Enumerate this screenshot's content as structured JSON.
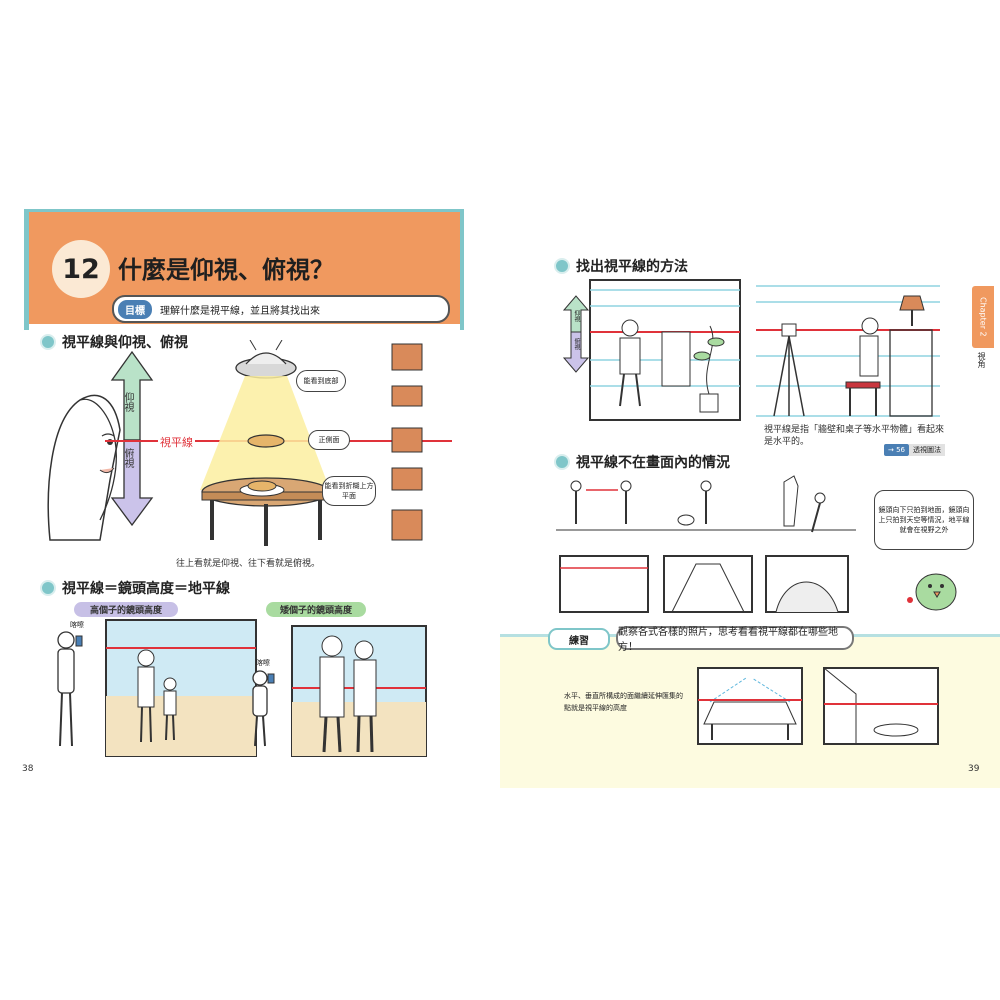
{
  "left_page": {
    "chapter_number": "12",
    "title": "什麼是仰視、俯視？",
    "goal_tag": "目標",
    "goal_text": "理解什麼是視平線，並且將其找出來",
    "section1": {
      "heading": "視平線與仰視、俯視",
      "up_label": "仰視",
      "down_label": "俯視",
      "eye_line_label": "視平線",
      "bubble_bottom_view": "能看到底部",
      "bubble_front_view": "正側面",
      "bubble_top_view": "能看到折糊上方平面",
      "caption": "往上看就是仰視、往下看就是俯視。"
    },
    "section2": {
      "heading": "視平線＝鏡頭高度＝地平線",
      "tall_label": "高個子的鏡頭高度",
      "short_label": "矮個子的鏡頭高度",
      "shutter_sound": "喀嚓"
    },
    "page_number": "38"
  },
  "right_page": {
    "section3": {
      "heading": "找出視平線的方法",
      "caption": "視平線是指「牆壁和桌子等水平物體」看起來是水平的。",
      "ref_arrow": "→ 56",
      "ref_label": "透視圖法",
      "up_label": "仰視",
      "down_label": "俯視"
    },
    "section4": {
      "heading": "視平線不在畫面內的情況",
      "bubble": "鏡頭向下只拍到地面，鏡頭向上只拍到天空等情況，地平線就會在視野之外"
    },
    "tab": {
      "chapter": "Chapter 2",
      "subject": "視角"
    },
    "practice": {
      "tag": "練習",
      "question": "觀察各式各樣的照片，思考看看視平線都在哪些地方！",
      "note": "水平、垂直所構成的面繼續延伸匯集的點就是視平線的高度"
    },
    "page_number": "39"
  },
  "colors": {
    "header_orange": "#f0995f",
    "accent_teal": "#7fc6c9",
    "goal_blue": "#4a7fb4",
    "horizon_red": "#e0323a",
    "practice_bg": "#fdfbe0",
    "pill_purple": "#c7c0e6",
    "pill_green": "#a9dba0"
  }
}
